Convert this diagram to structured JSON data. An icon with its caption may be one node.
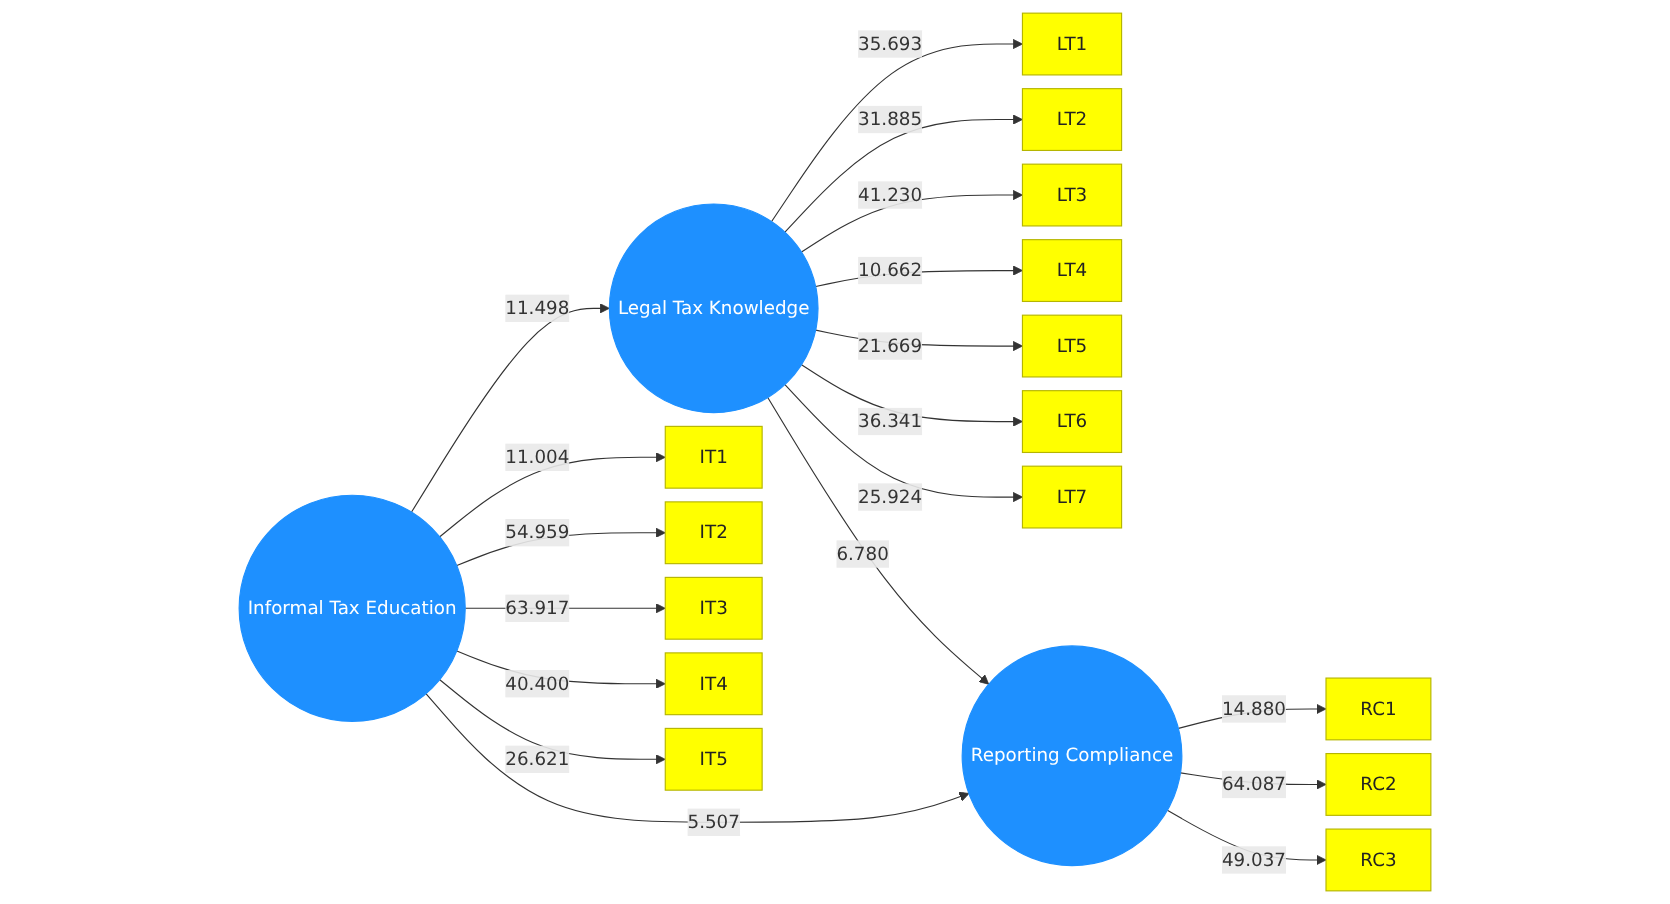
{
  "diagram": {
    "nodes": [
      {
        "text": [
          "LT1"
        ]
      },
      {
        "text": [
          "LT2"
        ]
      },
      {
        "text": [
          "LT3"
        ]
      },
      {
        "text": [
          "LT4"
        ]
      },
      {
        "text": [
          "LT5"
        ]
      },
      {
        "text": [
          "LT6"
        ]
      },
      {
        "text": [
          "LT7"
        ]
      },
      {
        "text": [
          "Legal Tax Knowledge"
        ]
      },
      {
        "text": [
          "IT1"
        ]
      },
      {
        "text": [
          "IT2"
        ]
      },
      {
        "text": [
          "IT3"
        ]
      },
      {
        "text": [
          "IT4"
        ]
      },
      {
        "text": [
          "IT5"
        ]
      },
      {
        "text": [
          "Informal Tax Education"
        ]
      },
      {
        "text": [
          "Reporting Compliance"
        ]
      },
      {
        "text": [
          "RC1"
        ]
      },
      {
        "text": [
          "RC2"
        ]
      },
      {
        "text": [
          "RC3"
        ]
      }
    ],
    "edges": [
      {
        "from": 7,
        "to": 0,
        "arrow": "to",
        "label": "35.693"
      },
      {
        "from": 7,
        "to": 1,
        "arrow": "to",
        "label": "31.885"
      },
      {
        "from": 7,
        "to": 2,
        "arrow": "to",
        "label": "41.230"
      },
      {
        "from": 7,
        "to": 3,
        "arrow": "to",
        "label": "10.662"
      },
      {
        "from": 7,
        "to": 4,
        "arrow": "to",
        "label": "21.669"
      },
      {
        "from": 7,
        "to": 5,
        "arrow": "to",
        "label": "36.341"
      },
      {
        "from": 7,
        "to": 6,
        "arrow": "to",
        "label": "25.924"
      },
      {
        "from": 13,
        "to": 7,
        "arrow": "to",
        "label": "11.498"
      },
      {
        "from": 7,
        "to": 14,
        "arrow": "to",
        "label": "6.780"
      },
      {
        "from": 13,
        "to": 8,
        "arrow": "to",
        "label": "11.004"
      },
      {
        "from": 13,
        "to": 9,
        "arrow": "to",
        "label": "54.959"
      },
      {
        "from": 13,
        "to": 10,
        "arrow": "to",
        "label": "63.917"
      },
      {
        "from": 13,
        "to": 11,
        "arrow": "to",
        "label": "40.400"
      },
      {
        "from": 13,
        "to": 12,
        "arrow": "to",
        "label": "26.621"
      },
      {
        "from": 13,
        "to": 14,
        "arrow": "to",
        "label": "5.507"
      },
      {
        "from": 14,
        "to": 15,
        "arrow": "to",
        "label": "14.880"
      },
      {
        "from": 14,
        "to": 16,
        "arrow": "to",
        "label": "64.087"
      },
      {
        "from": 14,
        "to": 17,
        "arrow": "to",
        "label": "49.037"
      }
    ]
  }
}
